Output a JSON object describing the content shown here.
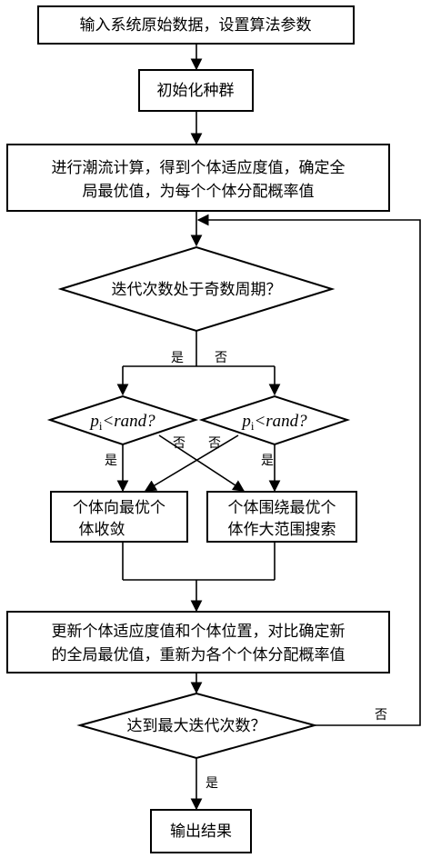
{
  "nodes": {
    "input_params": "输入系统原始数据，设置算法参数",
    "init_population": "初始化种群",
    "flow_calc_line1": "进行潮流计算，得到个体适应度值，确定全",
    "flow_calc_line2": "局最优值，为每个个体分配概率值",
    "odd_cycle_question": "迭代次数处于奇数周期？",
    "cond_left": {
      "p": "p",
      "sub": "i",
      "rest": "<rand?"
    },
    "cond_right": {
      "p": "p",
      "sub": "i",
      "rest": "<rand?"
    },
    "converge_line1": "个体向最优个",
    "converge_line2": "体收敛",
    "search_line1": "个体围绕最优个",
    "search_line2": "体作大范围搜索",
    "update_line1": "更新个体适应度值和个体位置，对比确定新",
    "update_line2": "的全局最优值，重新为各个个体分配概率值",
    "max_iter_question": "达到最大迭代次数？",
    "output_result": "输出结果"
  },
  "edge_labels": {
    "odd_yes": "是",
    "odd_no": "否",
    "left_yes": "是",
    "left_no": "否",
    "right_no": "否",
    "right_yes": "是",
    "max_no": "否",
    "max_yes": "是"
  }
}
